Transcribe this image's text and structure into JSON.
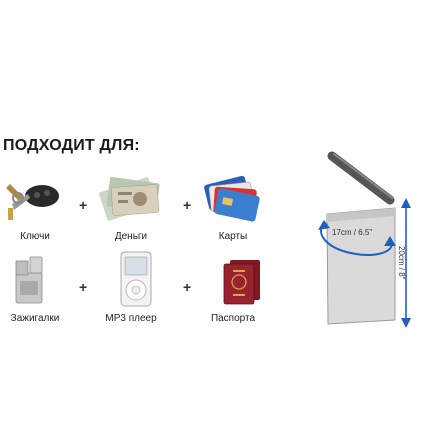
{
  "heading": "ПОДХОДИТ ДЛЯ:",
  "items": [
    {
      "label": "Ключи",
      "icon": "keys-icon"
    },
    {
      "label": "Деньги",
      "icon": "money-icon"
    },
    {
      "label": "Карты",
      "icon": "cards-icon"
    },
    {
      "label": "Зажигалки",
      "icon": "lighter-icon"
    },
    {
      "label": "MP3 плеер",
      "icon": "mp3-player-icon"
    },
    {
      "label": "Паспорта",
      "icon": "passport-icon"
    }
  ],
  "plus_sign": "+",
  "case": {
    "width_label": "17cm / 6.5\"",
    "height_label": "20cm / 8\"",
    "case_color": "#d9d9d9",
    "arrow_color": "#1f5fbf"
  }
}
